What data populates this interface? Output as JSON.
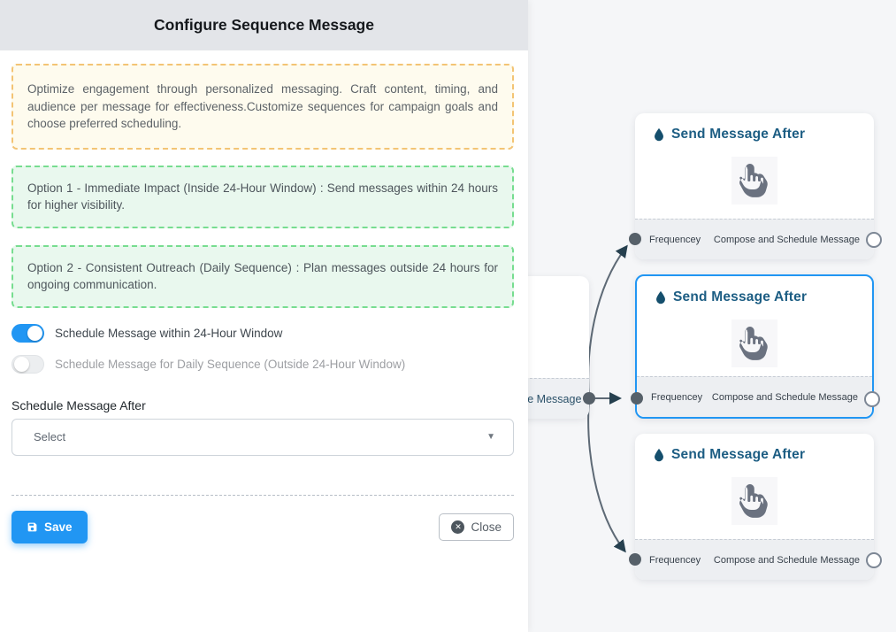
{
  "panel": {
    "title": "Configure Sequence Message",
    "info_note": "Optimize engagement through personalized messaging. Craft content, timing, and audience per message for effectiveness.Customize sequences for campaign goals and choose preferred scheduling.",
    "option1_note": "Option 1 - Immediate Impact (Inside 24-Hour Window) : Send messages within 24 hours for higher visibility.",
    "option2_note": "Option 2 - Consistent Outreach (Daily Sequence) : Plan messages outside 24 hours for ongoing communication.",
    "toggle_within_24h": {
      "label": "Schedule Message within 24-Hour Window",
      "state": "on"
    },
    "toggle_daily_sequence": {
      "label": "Schedule Message for Daily Sequence (Outside 24-Hour Window)",
      "state": "off"
    },
    "schedule_after": {
      "label": "Schedule Message After",
      "value": "Select"
    },
    "save_label": "Save",
    "close_label": "Close",
    "close_glyph": "✕",
    "select_caret": "▼"
  },
  "flow": {
    "source_node_fragment": "ce Message",
    "nodes": [
      {
        "title": "Send Message After",
        "footer_left": "Frequencey",
        "footer_right": "Compose and Schedule Message",
        "selected": false
      },
      {
        "title": "Send Message After",
        "footer_left": "Frequencey",
        "footer_right": "Compose and Schedule Message",
        "selected": true
      },
      {
        "title": "Send Message After",
        "footer_left": "Frequencey",
        "footer_right": "Compose and Schedule Message",
        "selected": false
      }
    ]
  },
  "colors": {
    "accent_blue": "#2196f3",
    "node_title": "#1c5d83",
    "warning_border": "#f3c474",
    "warning_bg": "#fefbee",
    "success_border": "#77dd90",
    "success_bg": "#e9f8ee",
    "canvas_bg": "#f5f6f8",
    "header_bg": "#e3e5e9",
    "edge": "#5e6a76",
    "arrowhead": "#26404f",
    "handle": "#566069"
  }
}
